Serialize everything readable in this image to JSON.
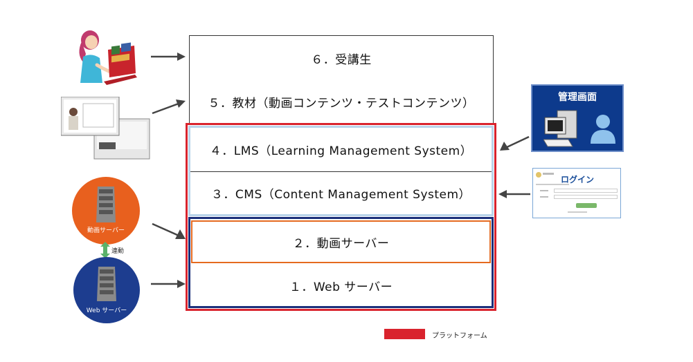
{
  "layers": {
    "l6": "６．受講生",
    "l5": "５．教材（動画コンテンツ・テストコンテンツ）",
    "l4": "４．LMS（Learning Management System）",
    "l3": "３．CMS（Content Management System）",
    "l2": "２．動画サーバー",
    "l1": "１．Web サーバー"
  },
  "servers": {
    "video_label": "動画サーバー",
    "link_label": "連動",
    "web_label": "Web サーバー"
  },
  "admin_panel": {
    "title": "管理画面"
  },
  "login_panel": {
    "title": "ログイン"
  },
  "legend": {
    "label": "プラットフォーム"
  },
  "colors": {
    "platform_red": "#d9232d",
    "navy_border": "#1b2f7a",
    "orange_border": "#e56a1f",
    "light_blue_border": "#b9d4ea",
    "video_server_orange": "#e8601e",
    "web_server_navy": "#1d3d8f",
    "admin_blue": "#0d3a8c",
    "link_green": "#5ab26a"
  },
  "icons": [
    "student-laptop-illustration",
    "course-material-screens",
    "server-icon",
    "bidirectional-arrow-icon",
    "computer-icon",
    "user-silhouette-icon",
    "login-screen-thumbnail"
  ]
}
